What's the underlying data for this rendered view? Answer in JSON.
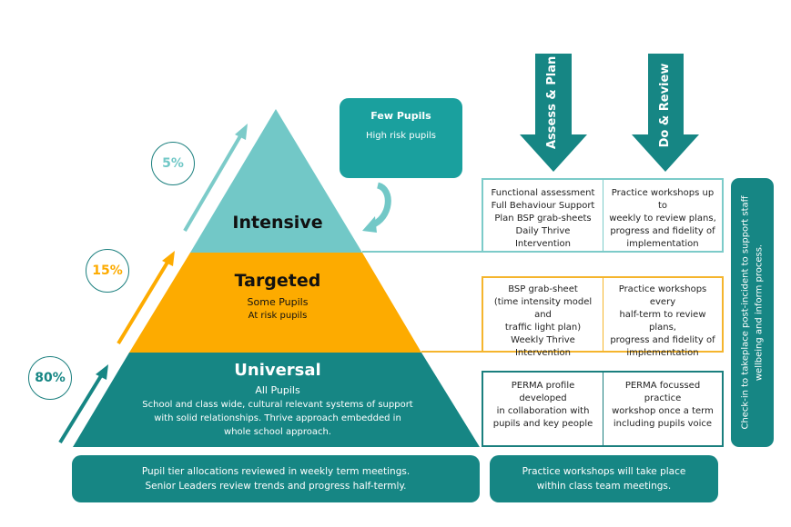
{
  "colors": {
    "teal_dark": "#168684",
    "teal_light": "#72c8c7",
    "amber": "#fdab00",
    "box_intensive_border": "#7ccbc9",
    "box_targeted_border": "#f5b52d",
    "box_universal_border": "#1a7f7e"
  },
  "headers": {
    "assess_plan": "Assess & Plan",
    "do_review": "Do & Review"
  },
  "callout": {
    "title": "Few Pupils",
    "subtitle": "High risk  pupils"
  },
  "tiers": {
    "intensive": {
      "title": "Intensive",
      "percent": "5%"
    },
    "targeted": {
      "title": "Targeted",
      "lines": [
        "Some Pupils",
        "At risk pupils"
      ],
      "percent": "15%"
    },
    "universal": {
      "title": "Universal",
      "subtitle": "All Pupils",
      "lines": [
        "School and class wide, cultural relevant systems of support",
        "with solid relationships. Thrive approach embedded in",
        "whole school approach."
      ],
      "percent": "80%"
    }
  },
  "rows": {
    "intensive": {
      "assess": [
        "Functional assessment",
        "Full Behaviour Support",
        "Plan BSP grab-sheets",
        "Daily Thrive Intervention"
      ],
      "review": [
        "Practice workshops up to",
        "weekly to review plans,",
        "progress and fidelity of",
        "implementation"
      ]
    },
    "targeted": {
      "assess": [
        "BSP grab-sheet",
        "(time intensity model and",
        "traffic light plan)",
        "Weekly Thrive",
        "Intervention"
      ],
      "review": [
        "Practice workshops every",
        "half-term to review plans,",
        "progress and fidelity of",
        "implementation"
      ]
    },
    "universal": {
      "assess": [
        "PERMA profile developed",
        "in collaboration with",
        "pupils and key people"
      ],
      "review": [
        "PERMA focussed practice",
        "workshop once a term",
        "including pupils voice"
      ]
    }
  },
  "side_panel": {
    "lines": [
      "Check-in to takeplace post-incident to support staff",
      "wellbeing and inform process."
    ]
  },
  "bottom": {
    "left": [
      "Pupil tier allocations reviewed in weekly term meetings.",
      "Senior Leaders review trends and progress half-termly."
    ],
    "right": [
      "Practice workshops will take place",
      "within class team meetings."
    ]
  }
}
